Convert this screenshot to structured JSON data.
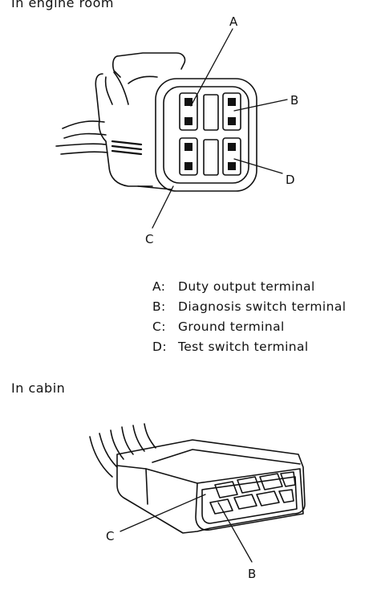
{
  "sections": {
    "engine_room": {
      "title": "In engine room",
      "callouts": {
        "a": "A",
        "b": "B",
        "c": "C",
        "d": "D"
      }
    },
    "cabin": {
      "title": "In cabin",
      "callouts": {
        "c": "C",
        "b": "B"
      }
    }
  },
  "legend": [
    {
      "key": "A:",
      "text": "Duty output terminal"
    },
    {
      "key": "B:",
      "text": "Diagnosis switch terminal"
    },
    {
      "key": "C:",
      "text": "Ground terminal"
    },
    {
      "key": "D:",
      "text": "Test switch terminal"
    }
  ],
  "colors": {
    "line": "#111111",
    "background": "#ffffff"
  }
}
